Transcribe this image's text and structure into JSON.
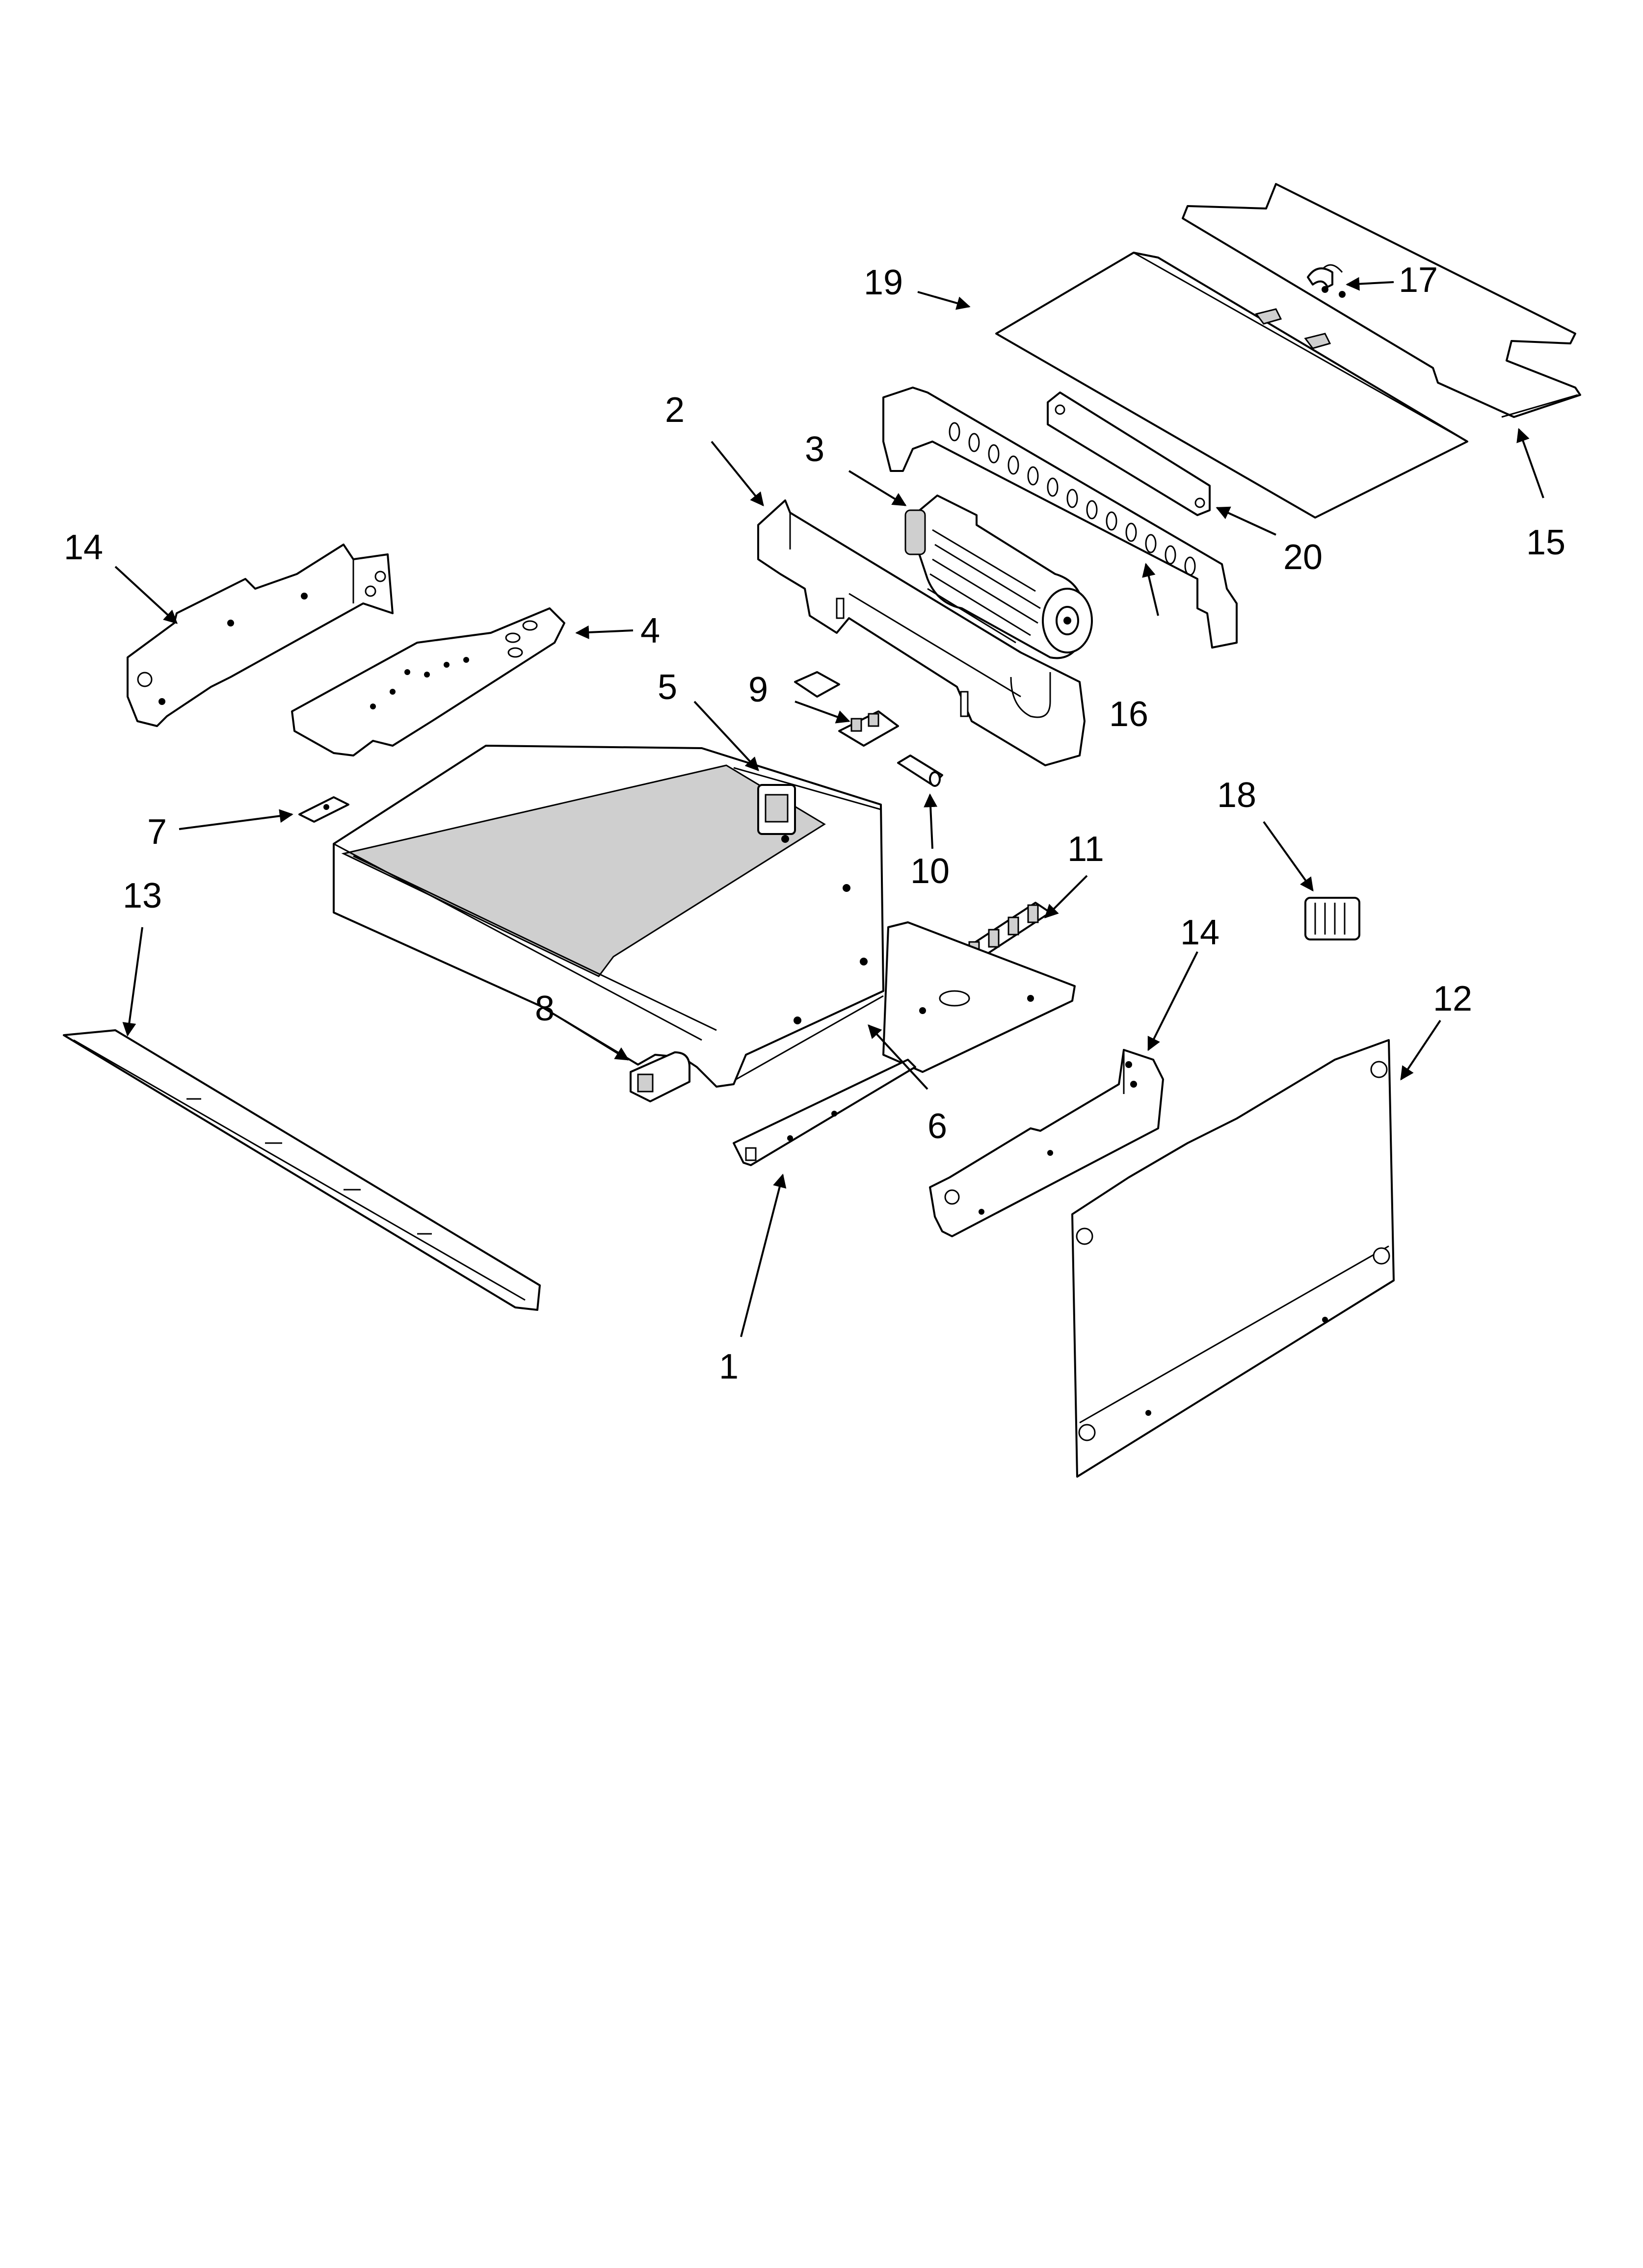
{
  "callouts": [
    {
      "id": "1",
      "text": "1"
    },
    {
      "id": "2",
      "text": "2"
    },
    {
      "id": "3",
      "text": "3"
    },
    {
      "id": "4",
      "text": "4"
    },
    {
      "id": "5",
      "text": "5"
    },
    {
      "id": "6",
      "text": "6"
    },
    {
      "id": "7",
      "text": "7"
    },
    {
      "id": "8",
      "text": "8"
    },
    {
      "id": "9",
      "text": "9"
    },
    {
      "id": "10",
      "text": "10"
    },
    {
      "id": "11",
      "text": "11"
    },
    {
      "id": "12",
      "text": "12"
    },
    {
      "id": "13",
      "text": "13"
    },
    {
      "id": "14a",
      "text": "14"
    },
    {
      "id": "14b",
      "text": "14"
    },
    {
      "id": "15",
      "text": "15"
    },
    {
      "id": "16",
      "text": "16"
    },
    {
      "id": "17",
      "text": "17"
    },
    {
      "id": "18",
      "text": "18"
    },
    {
      "id": "19",
      "text": "19"
    },
    {
      "id": "20",
      "text": "20"
    }
  ]
}
